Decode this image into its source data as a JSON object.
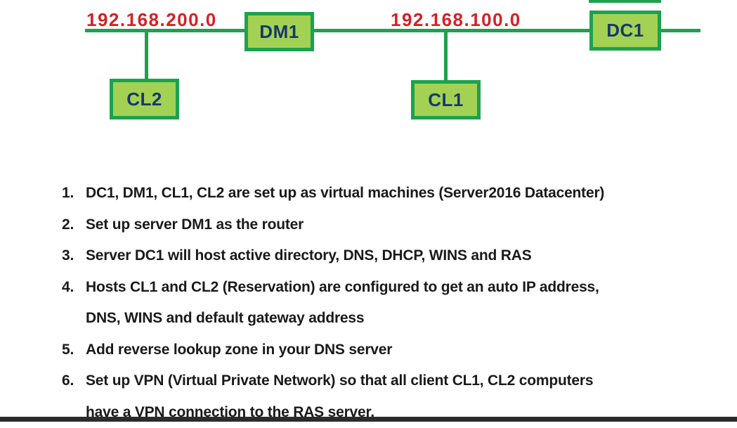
{
  "colors": {
    "line-green": "#1ca24d",
    "box-fill": "#a3d154",
    "box-border": "#1ca24d",
    "node-text": "#17386b",
    "subnet-red": "#d42127",
    "list-text": "#1a1a1a",
    "bottom-bar": "#2b2b2d"
  },
  "diagram": {
    "subnets": {
      "left": "192.168.200.0",
      "right": "192.168.100.0"
    },
    "nodes": {
      "dm1": "DM1",
      "dc1": "DC1",
      "cl1": "CL1",
      "cl2": "CL2"
    }
  },
  "instructions": {
    "items": [
      {
        "number": "1.",
        "text": "DC1, DM1, CL1, CL2 are set up as virtual machines (Server2016 Datacenter)"
      },
      {
        "number": "2.",
        "text": "Set up server DM1 as the router"
      },
      {
        "number": "3.",
        "text": "Server DC1 will host active directory, DNS, DHCP, WINS and RAS"
      },
      {
        "number": "4.",
        "text": "Hosts CL1 and CL2 (Reservation) are configured to get an auto IP address,\nDNS, WINS and default gateway address"
      },
      {
        "number": "5.",
        "text": "Add reverse lookup zone in your DNS server"
      },
      {
        "number": "6.",
        "text": "Set up VPN (Virtual Private Network) so that all client CL1, CL2 computers\nhave a VPN connection to the RAS server."
      }
    ]
  }
}
